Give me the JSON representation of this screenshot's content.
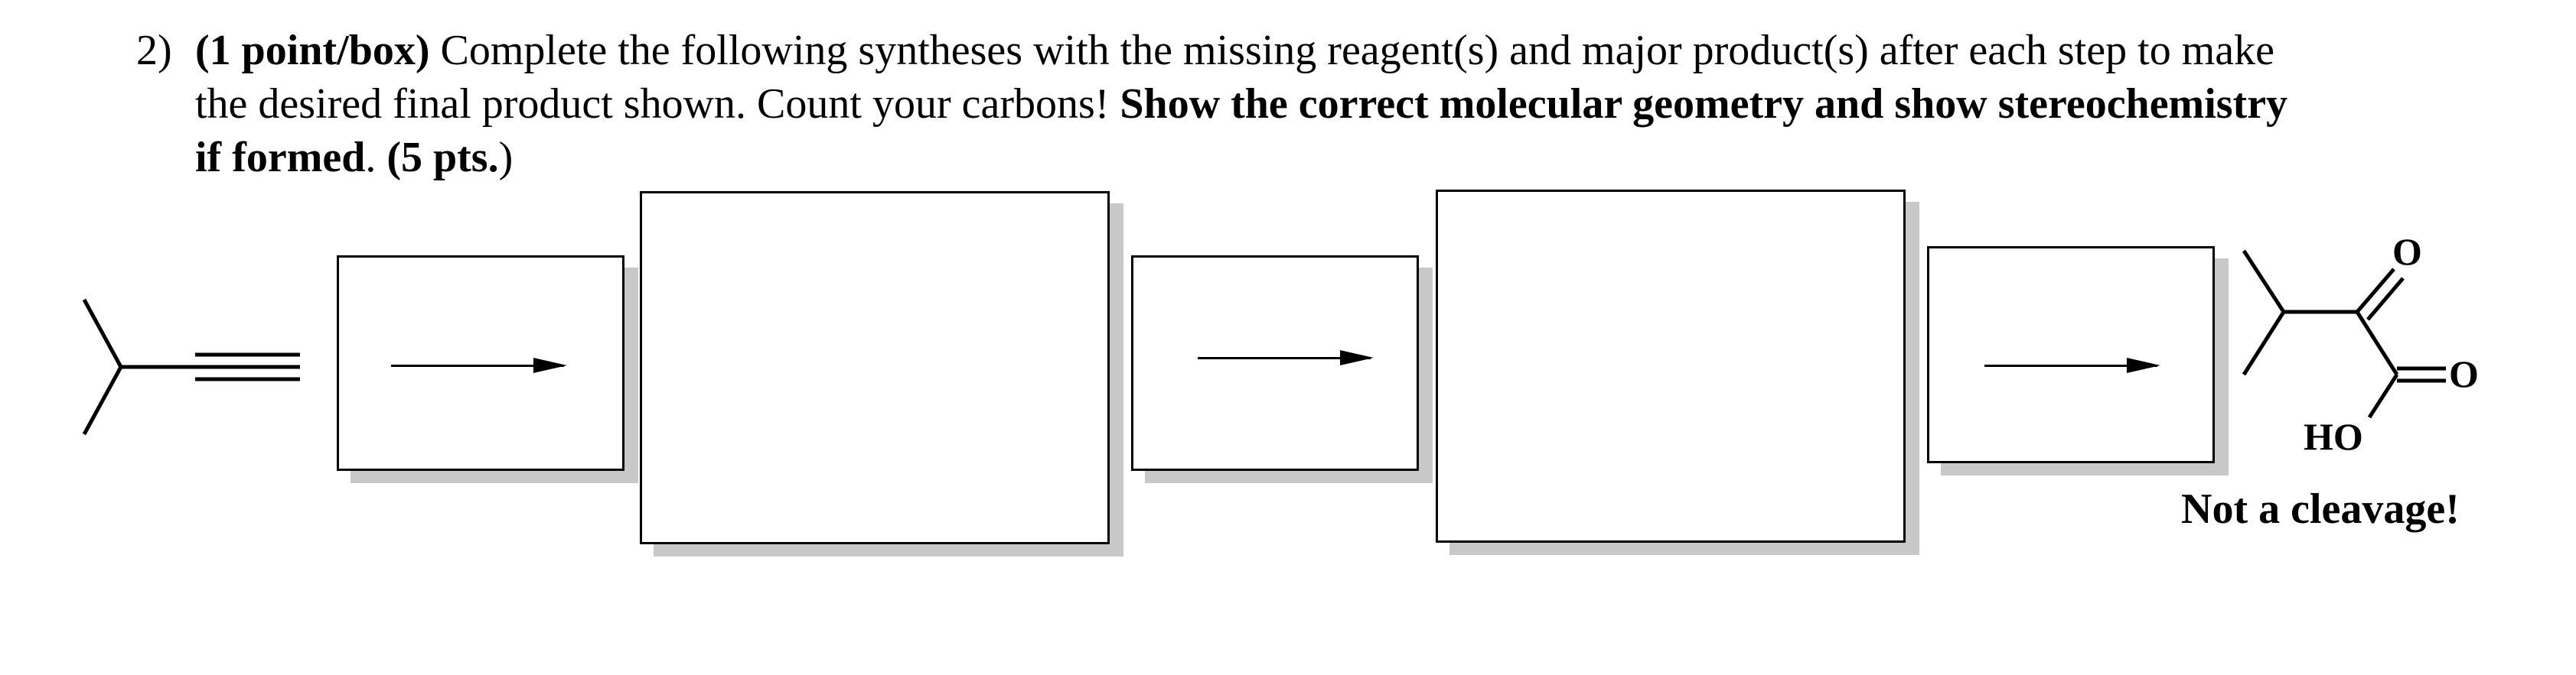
{
  "question": {
    "number": "2)",
    "line1_bold": "(1 point/box)",
    "line1_rest": " Complete the following syntheses with the missing reagent(s) and major product(s) after each step to make",
    "line2_plain": "the desired final product shown.  Count your carbons!  ",
    "line2_bold": "Show the correct molecular geometry and show stereochemistry",
    "line3_bold": "if formed",
    "line3_mid": ". ",
    "line3_pts": "(5 pts.",
    "line3_end": ")"
  },
  "final_product": {
    "atom_o_top": "O",
    "atom_o_right": "O",
    "atom_ho": "HO",
    "note": "Not a cleavage!"
  }
}
